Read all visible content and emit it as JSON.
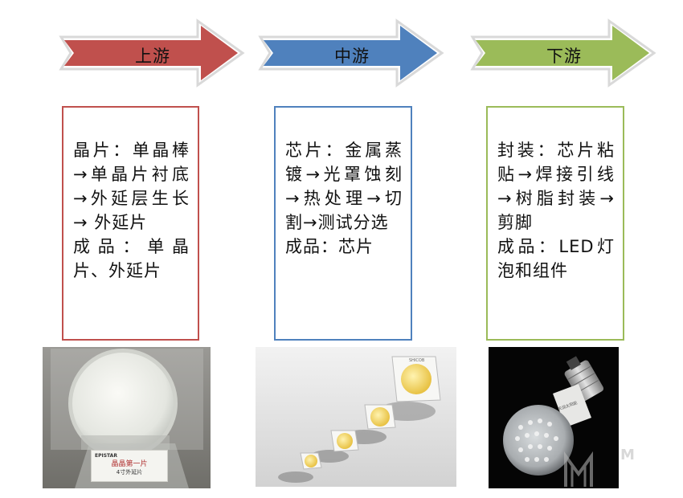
{
  "stages": [
    {
      "label": "上游",
      "color": "#c0504d",
      "border": "#c0504d",
      "lines": [
        "晶片：单晶棒→单晶片衬底→外延层生长→ 外延片",
        "成品：单晶片、外延片"
      ]
    },
    {
      "label": "中游",
      "color": "#4f81bd",
      "border": "#4f81bd",
      "lines": [
        "芯片：金属蒸镀→光罩蚀刻→热处理→切割→测试分选",
        "成品：芯片"
      ]
    },
    {
      "label": "下游",
      "color": "#9bbb59",
      "border": "#9bbb59",
      "lines": [
        "封装：芯片粘贴→焊接引线→树脂封装→剪脚",
        "成品：LED灯泡和组件"
      ]
    }
  ],
  "photos": {
    "wafer": {
      "label_brand": "EPISTAR",
      "label_text": "晶晶第一片",
      "label_sub": "4寸外延片"
    },
    "chips": {
      "stamp": "SHICOB"
    },
    "bulb": {
      "caption": "天润太阳能"
    }
  },
  "watermark": "M"
}
